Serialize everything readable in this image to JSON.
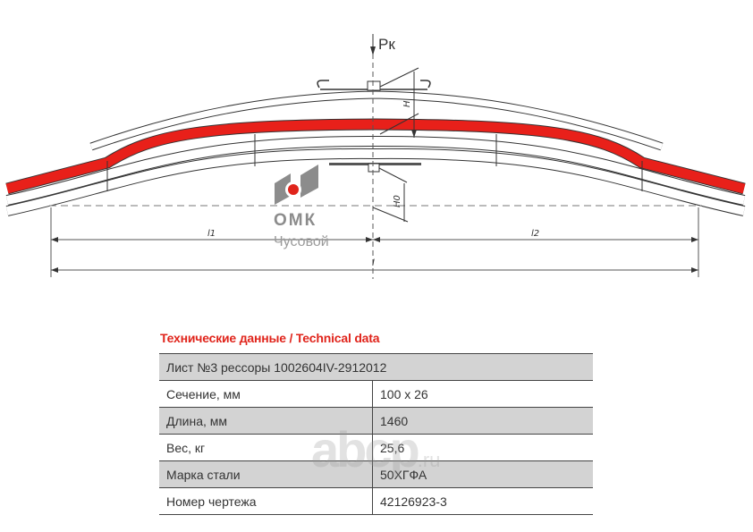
{
  "drawing": {
    "load_label": "Pк",
    "height_label": "H",
    "height0_label": "H0",
    "l1_label": "l1",
    "l2_label": "l2",
    "l_label": "l",
    "highlight_color": "#e8201a"
  },
  "logo": {
    "name": "ОМК",
    "subtitle": "Чусовой",
    "color": "#8c8c8c",
    "dot_color": "#e0241b"
  },
  "watermark": {
    "text": "abcp",
    "suffix": ".ru"
  },
  "table": {
    "title": "Технические данные / Technical data",
    "header": "Лист №3 рессоры 1002604IV-2912012",
    "rows": [
      {
        "label": "Сечение, мм",
        "value": "100 x 26"
      },
      {
        "label": "Длина, мм",
        "value": "1460"
      },
      {
        "label": "Вес, кг",
        "value": "25,6"
      },
      {
        "label": "Марка стали",
        "value": "50ХГФА"
      },
      {
        "label": "Номер чертежа",
        "value": "42126923-3"
      }
    ]
  }
}
